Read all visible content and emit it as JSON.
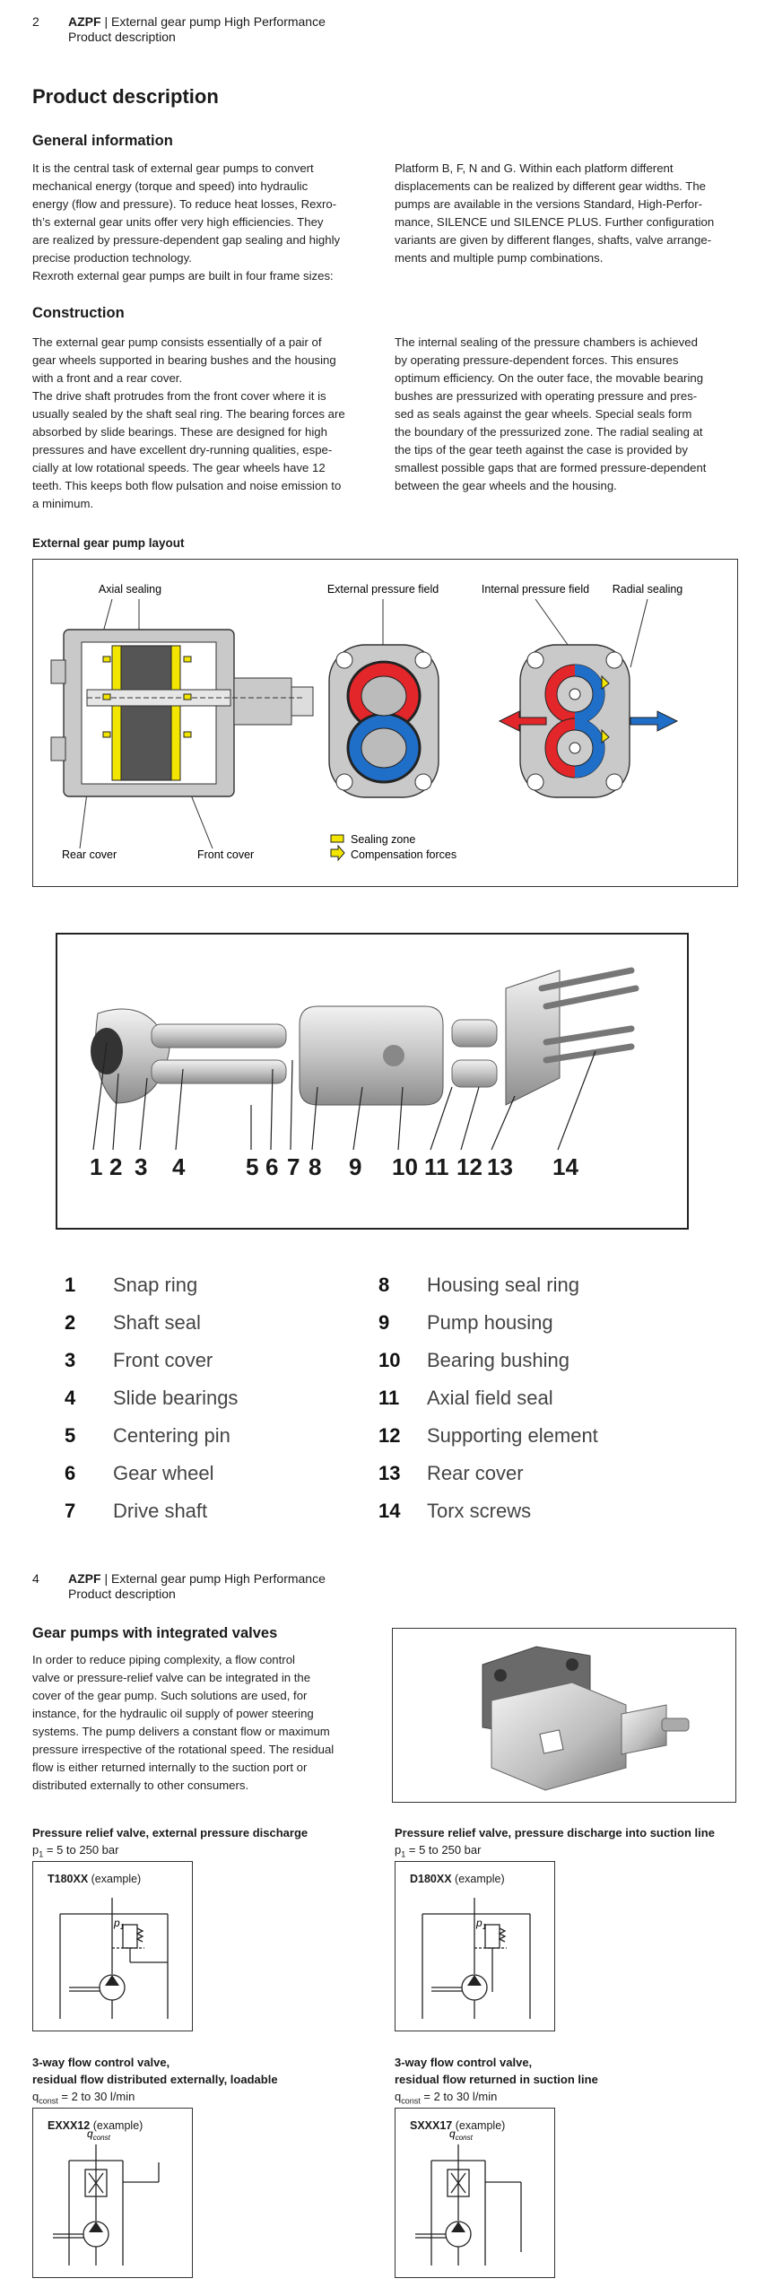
{
  "page2": {
    "page_number": "2",
    "brand": "AZPF",
    "header_title": "External gear pump High Performance",
    "header_subtitle": "Product description",
    "title": "Product description",
    "general_heading": "General information",
    "general_left": [
      "It is the central task of external gear pumps to convert",
      "mechanical energy (torque and speed) into hydraulic",
      "energy (flow and pressure). To reduce heat losses, Rexro-",
      "th’s external gear units offer very high efficiencies. They",
      "are realized by pressure-dependent gap sealing and highly",
      "precise production technology.",
      "Rexroth external gear pumps are built in four frame sizes:"
    ],
    "general_right": [
      "Platform B, F, N and G. Within each platform different",
      "displacements can be realized by different gear widths. The",
      "pumps are available in the versions Standard, High-Perfor-",
      "mance, SILENCE und SILENCE PLUS. Further configuration",
      "variants are given by different flanges, shafts, valve arrange-",
      "ments and multiple pump combinations."
    ],
    "construction_heading": "Construction",
    "construction_left": [
      "The external gear pump consists essentially of a pair of",
      "gear wheels supported in bearing bushes and the housing",
      "with a front and a rear cover.",
      "The drive shaft protrudes from the front cover where it is",
      "usually sealed by the shaft seal ring. The bearing forces are",
      "absorbed by slide bearings. These are designed for high",
      "pressures and have excellent dry-running qualities, espe-",
      "cially at low rotational speeds. The gear wheels have 12",
      "teeth. This keeps both flow pulsation and noise emission to",
      "a minimum."
    ],
    "construction_right": [
      "The internal sealing of the pressure chambers is achieved",
      "by operating pressure-dependent forces. This ensures",
      "optimum efficiency. On the outer face, the movable bearing",
      "bushes are pressurized with operating pressure and pres-",
      "sed as seals against the gear wheels. Special seals form",
      "the boundary of the pressurized zone. The radial sealing at",
      "the tips of the gear teeth against the case is provided by",
      "smallest possible gaps that are formed pressure-dependent",
      "between the gear wheels and the housing."
    ],
    "layout_heading": "External gear pump layout",
    "layout_labels": {
      "axial_sealing": "Axial sealing",
      "external_pressure_field": "External pressure field",
      "internal_pressure_field": "Internal pressure field",
      "radial_sealing": "Radial sealing",
      "rear_cover": "Rear cover",
      "front_cover": "Front cover",
      "sealing_zone": "Sealing zone",
      "compensation_forces": "Compensation forces"
    },
    "exploded_numbers": [
      "1",
      "2",
      "3",
      "4",
      "5",
      "6",
      "7",
      "8",
      "9",
      "10",
      "11",
      "12",
      "13",
      "14"
    ],
    "parts_left": [
      {
        "num": "1",
        "label": "Snap ring"
      },
      {
        "num": "2",
        "label": "Shaft seal"
      },
      {
        "num": "3",
        "label": "Front cover"
      },
      {
        "num": "4",
        "label": "Slide bearings"
      },
      {
        "num": "5",
        "label": "Centering pin"
      },
      {
        "num": "6",
        "label": "Gear wheel"
      },
      {
        "num": "7",
        "label": "Drive shaft"
      }
    ],
    "parts_right": [
      {
        "num": "8",
        "label": "Housing seal ring"
      },
      {
        "num": "9",
        "label": "Pump housing"
      },
      {
        "num": "10",
        "label": "Bearing bushing"
      },
      {
        "num": "11",
        "label": "Axial field seal"
      },
      {
        "num": "12",
        "label": "Supporting element"
      },
      {
        "num": "13",
        "label": "Rear cover"
      },
      {
        "num": "14",
        "label": "Torx screws"
      }
    ]
  },
  "page4": {
    "page_number": "4",
    "brand": "AZPF",
    "header_title": "External gear pump High Performance",
    "header_subtitle": "Product description",
    "valves_heading": "Gear pumps with integrated valves",
    "valves_text": [
      "In order to reduce piping complexity, a flow control",
      "valve or pressure-relief valve can be integrated in the",
      "cover of the gear pump. Such solutions are used, for",
      "instance, for the hydraulic oil supply of power steering",
      "systems. The pump delivers a constant flow or maximum",
      "pressure irrespective of the rotational speed. The residual",
      "flow is either returned internally to the suction port or",
      "distributed externally to other consumers."
    ],
    "variants": [
      {
        "title_lines": [
          "Pressure relief valve, external pressure discharge"
        ],
        "param_symbol": "p",
        "param_sub": "1",
        "param_value": " = 5 to 250 bar",
        "code": "T180XX",
        "example": " (example)",
        "symbol_label": "p",
        "symbol_label_sub": "1"
      },
      {
        "title_lines": [
          "Pressure relief valve, pressure discharge into suction line"
        ],
        "param_symbol": "p",
        "param_sub": "1",
        "param_value": " = 5 to 250 bar",
        "code": "D180XX",
        "example": " (example)",
        "symbol_label": "p",
        "symbol_label_sub": "1"
      },
      {
        "title_lines": [
          "3-way flow control valve,",
          "residual flow distributed externally, loadable"
        ],
        "param_symbol": "q",
        "param_sub": "const",
        "param_value": " = 2 to 30 l/min",
        "code": "EXXX12",
        "example": " (example)",
        "symbol_label": "q",
        "symbol_label_sub": "const"
      },
      {
        "title_lines": [
          "3-way flow control valve,",
          "residual flow returned in suction line"
        ],
        "param_symbol": "q",
        "param_sub": "const",
        "param_value": " = 2 to 30 l/min",
        "code": "SXXX17",
        "example": " (example)",
        "symbol_label": "q",
        "symbol_label_sub": "const"
      }
    ]
  },
  "colors": {
    "pressure_red": "#e3262a",
    "suction_blue": "#1f6fc9",
    "seal_yellow": "#f2e600",
    "housing_gray": "#c9c9c9"
  }
}
